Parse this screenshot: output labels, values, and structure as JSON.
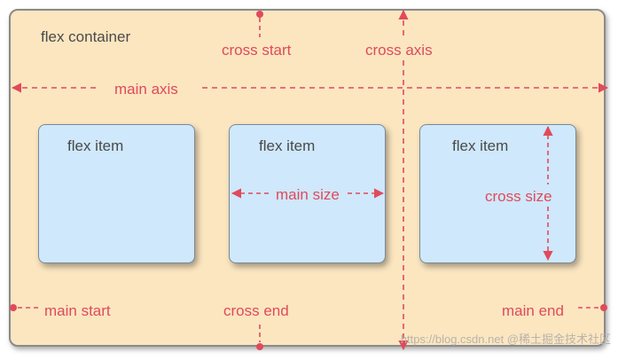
{
  "container": {
    "label": "flex container"
  },
  "items": [
    {
      "label": "flex item"
    },
    {
      "label": "flex item"
    },
    {
      "label": "flex item"
    }
  ],
  "annotations": {
    "cross_start": "cross start",
    "cross_axis": "cross axis",
    "main_axis": "main axis",
    "main_size": "main size",
    "cross_size": "cross size",
    "main_start": "main start",
    "cross_end": "cross end",
    "main_end": "main end"
  },
  "watermark": "https://blog.csdn.net @稀土掘金技术社区",
  "colors": {
    "container_fill": "#fbe6c0",
    "item_fill": "#cfe8fb",
    "annotation": "#e04a5c",
    "text": "#4a4a4a"
  }
}
